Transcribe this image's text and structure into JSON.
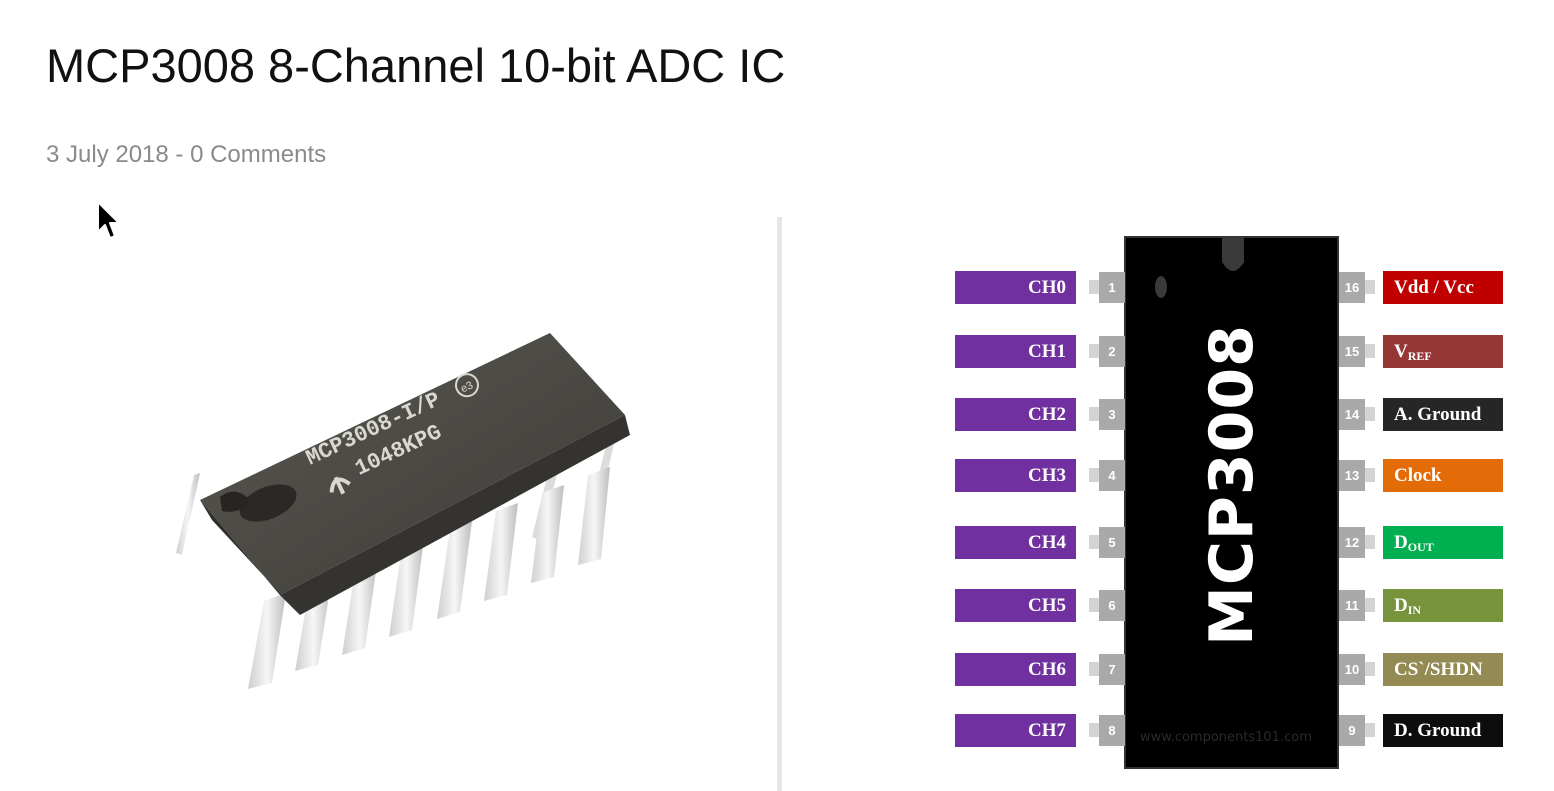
{
  "page": {
    "title": "MCP3008 8-Channel 10-bit ADC IC",
    "meta": "3 July 2018 - 0 Comments"
  },
  "photo": {
    "marking_line1": "MCP3008-I/P",
    "marking_line2": "1048KPG",
    "e3_mark": "e3"
  },
  "pinout": {
    "chip_name": "MCP3008",
    "watermark": "www.components101.com",
    "left_pins": [
      {
        "num": "1",
        "label": "CH0"
      },
      {
        "num": "2",
        "label": "CH1"
      },
      {
        "num": "3",
        "label": "CH2"
      },
      {
        "num": "4",
        "label": "CH3"
      },
      {
        "num": "5",
        "label": "CH4"
      },
      {
        "num": "6",
        "label": "CH5"
      },
      {
        "num": "7",
        "label": "CH6"
      },
      {
        "num": "8",
        "label": "CH7"
      }
    ],
    "right_pins": [
      {
        "num": "16",
        "label": "Vdd / Vcc",
        "sub": "",
        "color": "#c00000"
      },
      {
        "num": "15",
        "label": "V",
        "sub": "REF",
        "color": "#953735"
      },
      {
        "num": "14",
        "label": "A. Ground",
        "sub": "",
        "color": "#262626"
      },
      {
        "num": "13",
        "label": "Clock",
        "sub": "",
        "color": "#e36c09"
      },
      {
        "num": "12",
        "label": "D",
        "sub": "OUT",
        "color": "#00b050"
      },
      {
        "num": "11",
        "label": "D",
        "sub": "IN",
        "color": "#77933c"
      },
      {
        "num": "10",
        "label": "CS`/SHDN",
        "sub": "",
        "color": "#948a54"
      },
      {
        "num": "9",
        "label": "D. Ground",
        "sub": "",
        "color": "#0d0d0d"
      }
    ],
    "left_label_color": "#7030a0"
  }
}
